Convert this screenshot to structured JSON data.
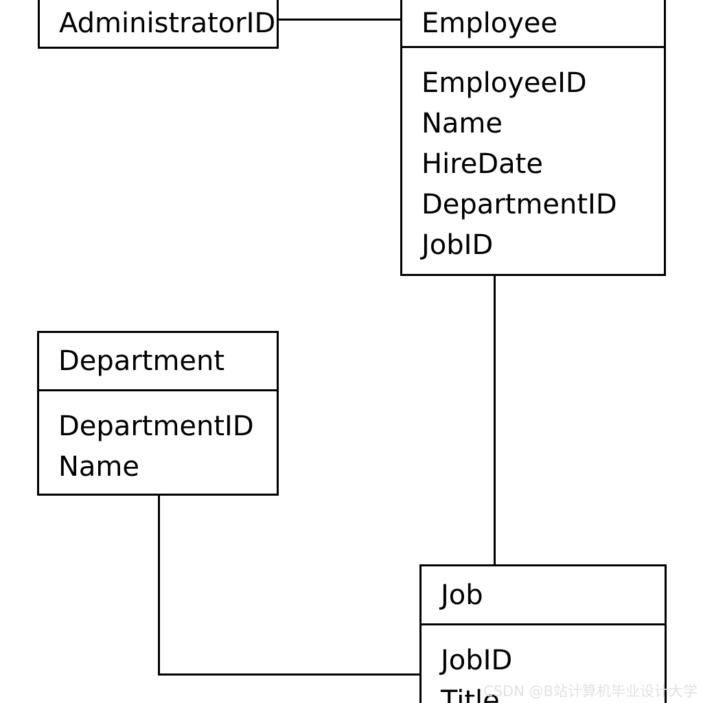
{
  "diagram": {
    "type": "entity-relationship-diagram",
    "background_color": "#ffffff",
    "line_color": "#000000",
    "text_color": "#000000",
    "entities": [
      {
        "name": "AdministratorID",
        "title": "AdministratorID",
        "attributes": [],
        "note": "header-only box, clipped at top edge of image"
      },
      {
        "name": "Employee",
        "title": "Employee",
        "attributes": [
          "EmployeeID",
          "Name",
          "HireDate",
          "DepartmentID",
          "JobID"
        ]
      },
      {
        "name": "Department",
        "title": "Department",
        "attributes": [
          "DepartmentID",
          "Name"
        ]
      },
      {
        "name": "Job",
        "title": "Job",
        "attributes": [
          "JobID",
          "Title"
        ],
        "note": "clipped at bottom edge of image"
      }
    ],
    "relationships": [
      {
        "from": "AdministratorID",
        "to": "Employee",
        "style": "straight"
      },
      {
        "from": "Employee",
        "to": "Job",
        "style": "straight"
      },
      {
        "from": "Department",
        "to": "Job",
        "style": "elbow"
      }
    ]
  },
  "watermark": {
    "text": "CSDN @B站计算机毕业设计大学",
    "color": "#e2e2e2"
  }
}
